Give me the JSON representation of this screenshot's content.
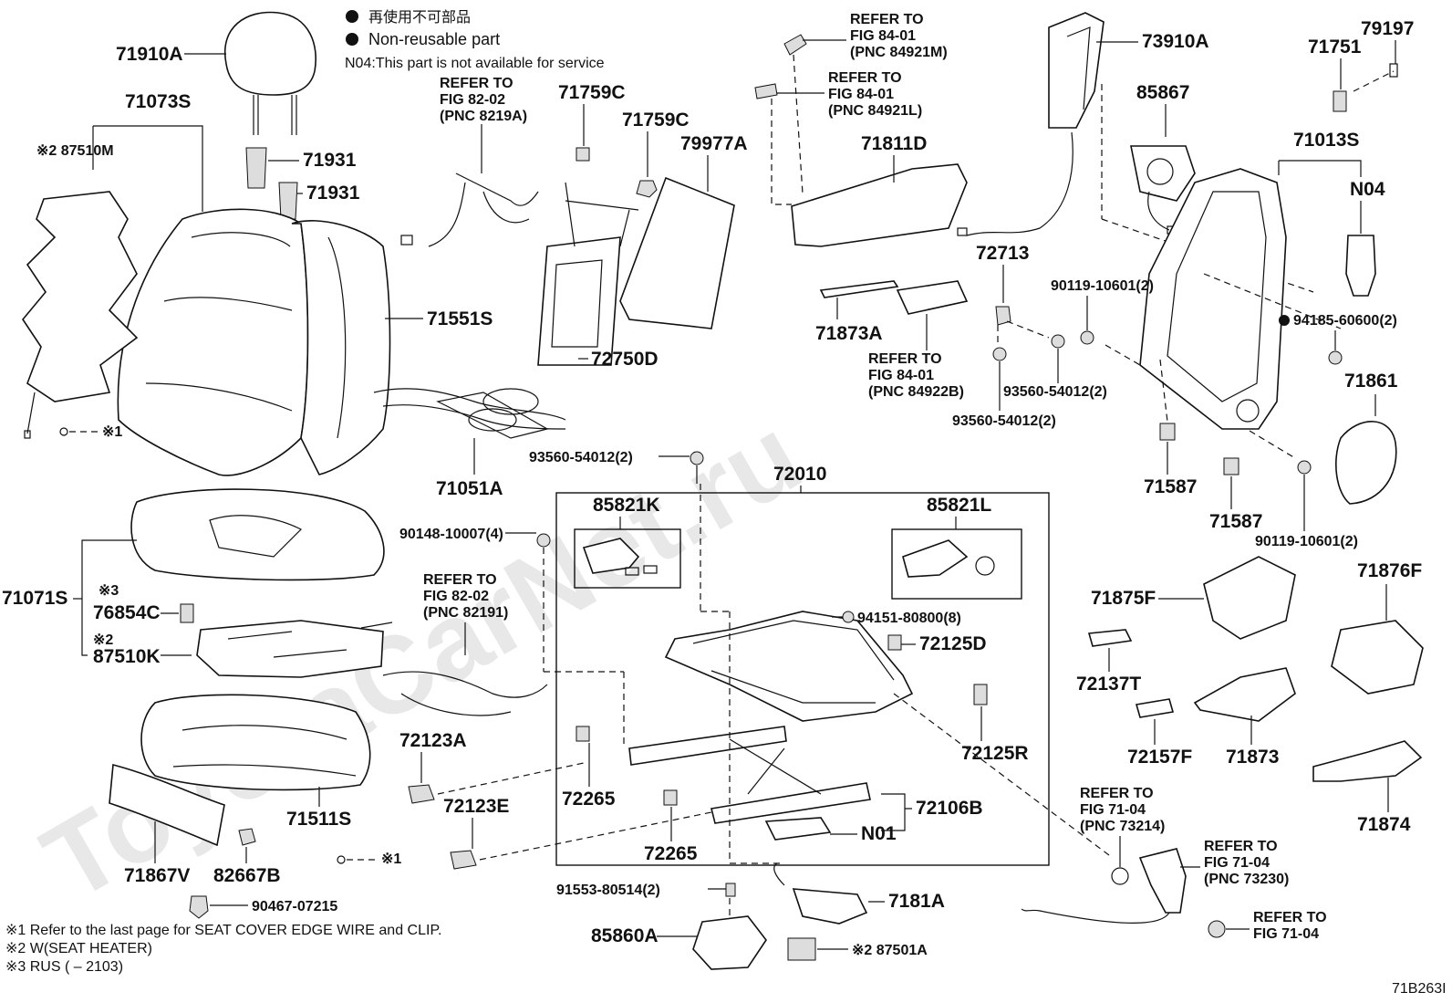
{
  "legend": {
    "jp": "再使用不可部品",
    "en": "Non-reusable part",
    "n04": "N04:This part is not available for service"
  },
  "watermark": "ToyotaCarNet.ru",
  "labels": {
    "p71910A": "71910A",
    "p71073S": "71073S",
    "p87510M": "※2 87510M",
    "p71931a": "71931",
    "p71931b": "71931",
    "p71551S": "71551S",
    "x1a": "※1",
    "p71051A": "71051A",
    "p71759C_1": "71759C",
    "p71759C_2": "71759C",
    "p79977A": "79977A",
    "p72750D": "72750D",
    "p71811D": "71811D",
    "p73910A": "73910A",
    "p71751": "71751",
    "p79197": "79197",
    "p85867": "85867",
    "p71013S": "71013S",
    "pN04": "N04",
    "p72713": "72713",
    "p90119a": "90119-10601(2)",
    "p94185": "94185-60600(2)",
    "p71873A": "71873A",
    "p93560a": "93560-54012(2)",
    "p93560b": "93560-54012(2)",
    "p93560c": "93560-54012(2)",
    "p71861": "71861",
    "p71587a": "71587",
    "p71587b": "71587",
    "p90119b": "90119-10601(2)",
    "p72010": "72010",
    "p85821K": "85821K",
    "p85821L": "85821L",
    "p90148": "90148-10007(4)",
    "p71071S": "71071S",
    "x3": "※3",
    "p76854C": "76854C",
    "x2": "※2",
    "p87510K": "87510K",
    "p94151": "94151-80800(8)",
    "p72125D": "72125D",
    "p72123A": "72123A",
    "p72265a": "72265",
    "p72125R": "72125R",
    "p72123E": "72123E",
    "p72106B": "72106B",
    "pN01": "N01",
    "p72265b": "72265",
    "p71511S": "71511S",
    "x1b": "※1",
    "p71867V": "71867V",
    "p82667B": "82667B",
    "p90467": "90467-07215",
    "p91553": "91553-80514(2)",
    "p7181A": "7181A",
    "p85860A": "85860A",
    "p87501A": "※2 87501A",
    "p71875F": "71875F",
    "p71876F": "71876F",
    "p72137T": "72137T",
    "p72157F": "72157F",
    "p71873": "71873",
    "p71874": "71874",
    "fig_id": "71B263I"
  },
  "refs": {
    "r1": [
      "REFER TO",
      "FIG 84-01",
      "(PNC 84921M)"
    ],
    "r2": [
      "REFER TO",
      "FIG 84-01",
      "(PNC 84921L)"
    ],
    "r3": [
      "REFER TO",
      "FIG 82-02",
      "(PNC 8219A)"
    ],
    "r4": [
      "REFER TO",
      "FIG 84-01",
      "(PNC 84922B)"
    ],
    "r5": [
      "REFER TO",
      "FIG 82-02",
      "(PNC 82191)"
    ],
    "r6": [
      "REFER TO",
      "FIG 71-04",
      "(PNC 73214)"
    ],
    "r7": [
      "REFER TO",
      "FIG 71-04",
      "(PNC 73230)"
    ],
    "r8": [
      "REFER TO",
      "FIG 71-04"
    ]
  },
  "footnotes": {
    "f1": "※1 Refer to the last page for SEAT COVER EDGE WIRE and CLIP.",
    "f2": "※2 W(SEAT HEATER)",
    "f3": "※3 RUS (        – 2103)"
  }
}
